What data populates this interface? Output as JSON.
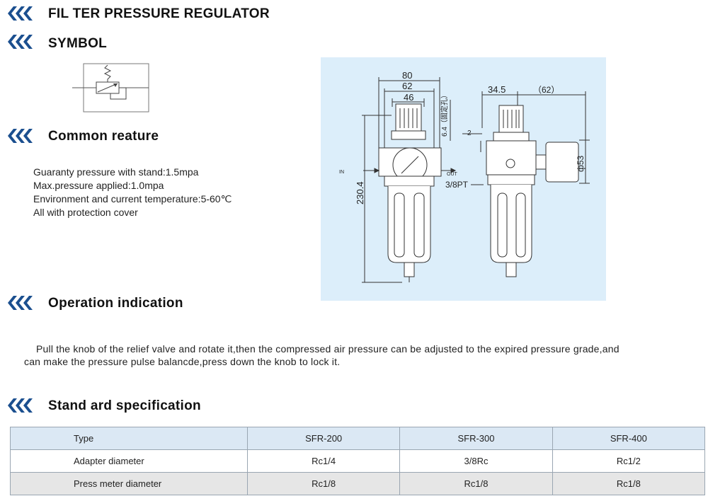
{
  "sections": {
    "title": "FIL TER PRESSURE REGULATOR",
    "symbol": "SYMBOL",
    "common": "Common reature",
    "operation": "Operation indication",
    "standard": "Stand ard specification"
  },
  "features": [
    "Guaranty pressure with stand:1.5mpa",
    "Max.pressure applied:1.0mpa",
    "Environment and current temperature:5-60℃",
    "All with protection cover"
  ],
  "operation_text": [
    "Pull the knob of the relief valve and rotate it,then the compressed air pressure can be adjusted to the expired pressure grade,and",
    "can make the pressure pulse balancde,press down the knob to lock it."
  ],
  "diagram": {
    "dim_80": "80",
    "dim_62": "62",
    "dim_46": "46",
    "dim_64": "6.4（固定孔）",
    "dim_2": "2",
    "dim_230": "230.4",
    "in": "IN",
    "out": "OUT",
    "pt": "3/8PT",
    "dim_345": "34.5",
    "dim_62b": "（62）",
    "dim_53": "ф53"
  },
  "spec_table": {
    "rows": [
      [
        "Type",
        "SFR-200",
        "SFR-300",
        "SFR-400"
      ],
      [
        "Adapter diameter",
        "Rc1/4",
        "3/8Rc",
        "Rc1/2"
      ],
      [
        "Press meter diameter",
        "Rc1/8",
        "Rc1/8",
        "Rc1/8"
      ]
    ]
  },
  "colors": {
    "chevron": "#1b4f8f",
    "panel": "#dceefa",
    "header_row": "#dbe8f4",
    "alt_row": "#e6e6e6"
  },
  "icons": [
    "triple-chevron-icon"
  ]
}
